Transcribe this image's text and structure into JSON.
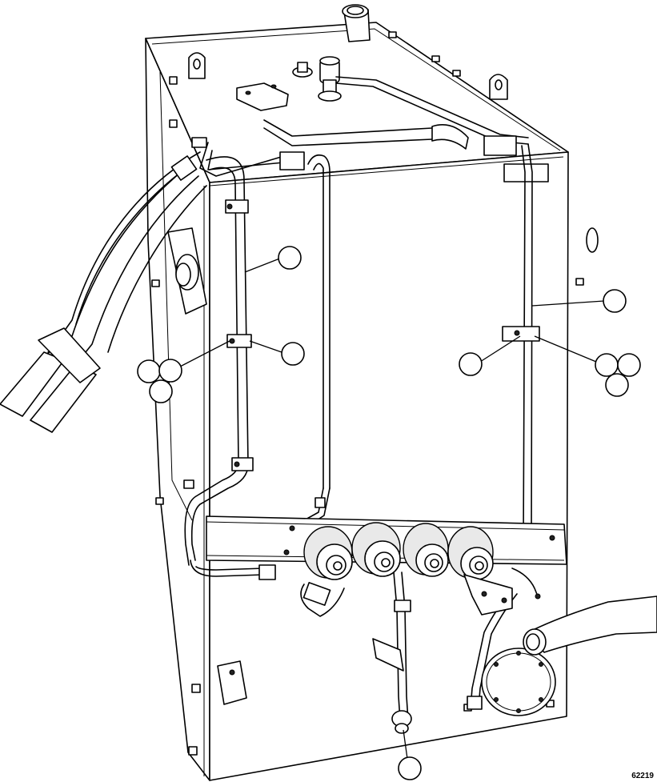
{
  "figure": {
    "number": "62219"
  },
  "callouts": [
    {
      "id": "upper-left-tube-callout"
    },
    {
      "id": "left-clamp-callout"
    },
    {
      "id": "left-fastener-callout-a"
    },
    {
      "id": "left-fastener-callout-b"
    },
    {
      "id": "left-fastener-callout-c"
    },
    {
      "id": "right-tube-callout"
    },
    {
      "id": "right-clamp-callout"
    },
    {
      "id": "right-fastener-callout-a"
    },
    {
      "id": "right-fastener-callout-b"
    },
    {
      "id": "right-fastener-callout-c"
    },
    {
      "id": "bottom-fitting-callout"
    }
  ]
}
